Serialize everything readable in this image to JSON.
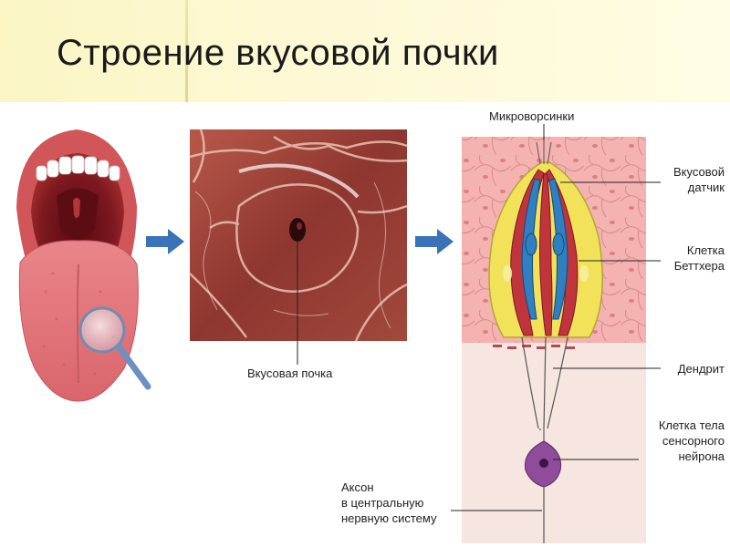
{
  "title": "Строение вкусовой почки",
  "labels": {
    "microvilli": "Микроворсинки",
    "sensor_line1": "Вкусовой",
    "sensor_line2": "датчик",
    "bettcher_line1": "Клетка",
    "bettcher_line2": "Беттхера",
    "dendrite": "Дендрит",
    "neuron_line1": "Клетка тела",
    "neuron_line2": "сенсорного",
    "neuron_line3": "нейрона",
    "axon_line1": "Аксон",
    "axon_line2": "в центральную",
    "axon_line3": "нервную систему",
    "taste_bud": "Вкусовая почка"
  },
  "colors": {
    "arrow": "#3b73b8",
    "bud_red": "#c0343c",
    "bud_yellow": "#f2e25a",
    "bud_blue": "#2f7fc1",
    "neuron": "#8e4c9a",
    "tissue": "#f2a7a7"
  }
}
